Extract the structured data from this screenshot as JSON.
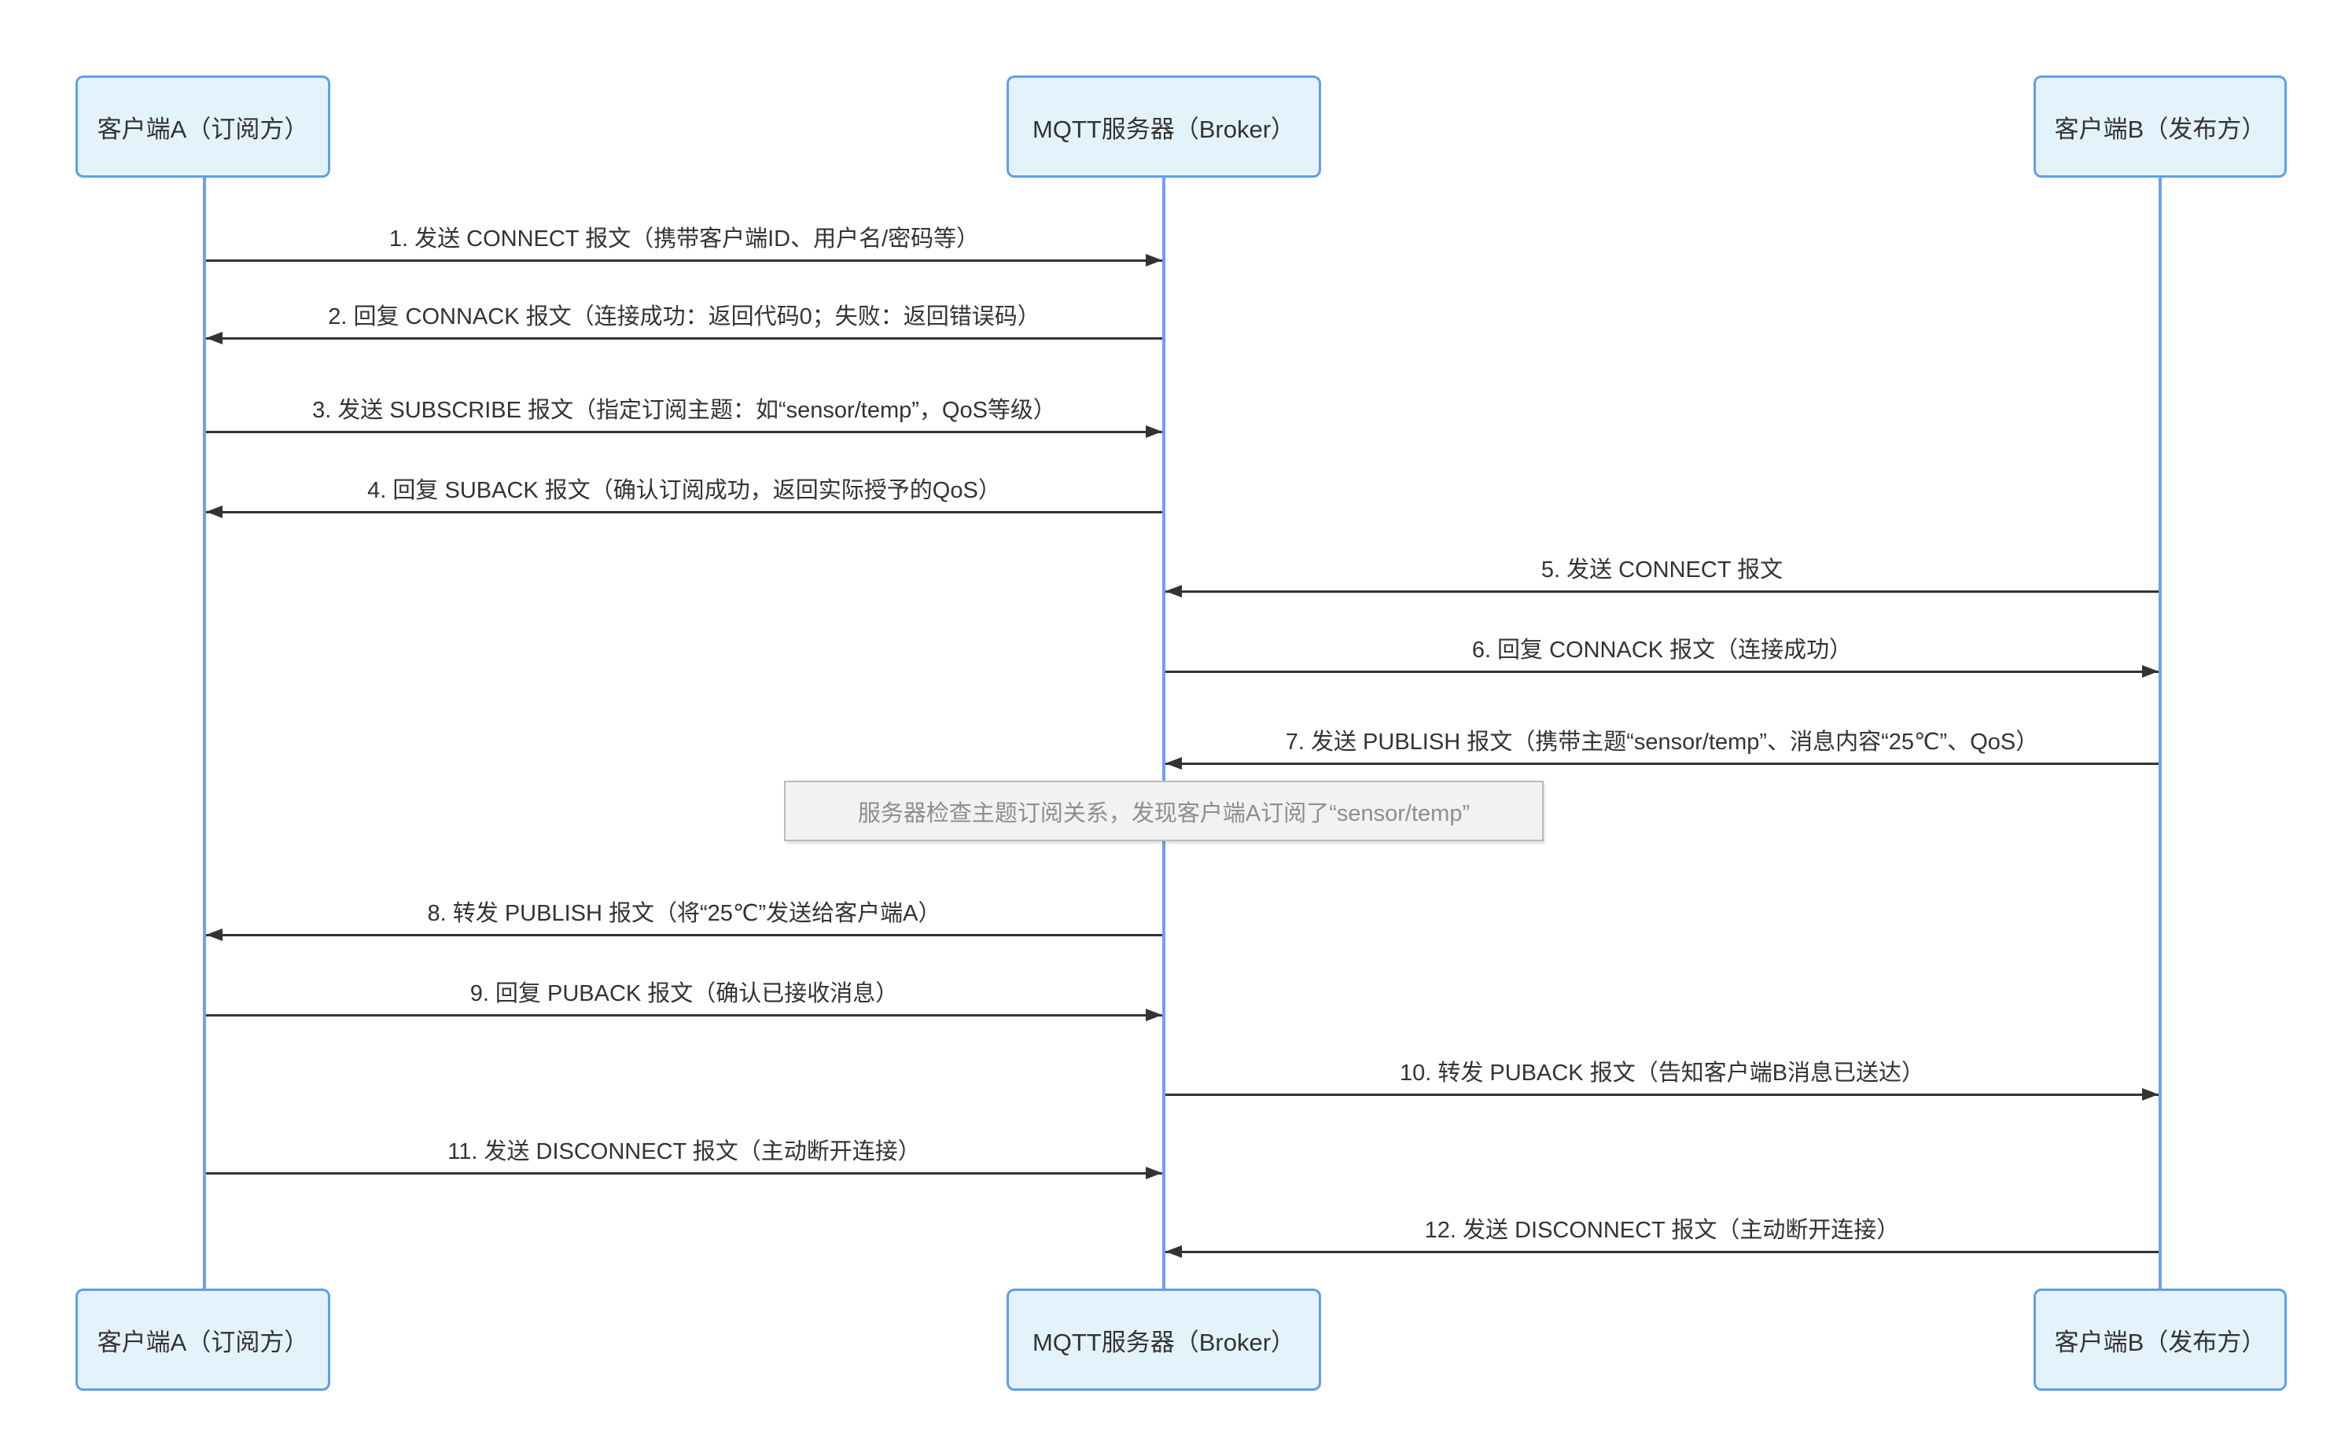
{
  "actors": {
    "client_a": {
      "label": "客户端A（订阅方）"
    },
    "broker": {
      "label": "MQTT服务器（Broker）"
    },
    "client_b": {
      "label": "客户端B（发布方）"
    }
  },
  "messages": [
    {
      "num": 1,
      "label": "1. 发送 CONNECT 报文（携带客户端ID、用户名/密码等）",
      "from": "client_a",
      "to": "broker",
      "direction": "right"
    },
    {
      "num": 2,
      "label": "2. 回复 CONNACK 报文（连接成功：返回代码0；失败：返回错误码）",
      "from": "broker",
      "to": "client_a",
      "direction": "left"
    },
    {
      "num": 3,
      "label": "3. 发送 SUBSCRIBE 报文（指定订阅主题：如“sensor/temp”，QoS等级）",
      "from": "client_a",
      "to": "broker",
      "direction": "right"
    },
    {
      "num": 4,
      "label": "4. 回复 SUBACK 报文（确认订阅成功，返回实际授予的QoS）",
      "from": "broker",
      "to": "client_a",
      "direction": "left"
    },
    {
      "num": 5,
      "label": "5. 发送 CONNECT 报文",
      "from": "client_b",
      "to": "broker",
      "direction": "left"
    },
    {
      "num": 6,
      "label": "6. 回复 CONNACK 报文（连接成功）",
      "from": "broker",
      "to": "client_b",
      "direction": "right"
    },
    {
      "num": 7,
      "label": "7. 发送 PUBLISH 报文（携带主题“sensor/temp”、消息内容“25℃”、QoS）",
      "from": "client_b",
      "to": "broker",
      "direction": "left"
    },
    {
      "num": 8,
      "label": "8. 转发 PUBLISH 报文（将“25℃”发送给客户端A）",
      "from": "broker",
      "to": "client_a",
      "direction": "left"
    },
    {
      "num": 9,
      "label": "9. 回复 PUBACK 报文（确认已接收消息）",
      "from": "client_a",
      "to": "broker",
      "direction": "right"
    },
    {
      "num": 10,
      "label": "10. 转发 PUBACK 报文（告知客户端B消息已送达）",
      "from": "broker",
      "to": "client_b",
      "direction": "right"
    },
    {
      "num": 11,
      "label": "11. 发送 DISCONNECT 报文（主动断开连接）",
      "from": "client_a",
      "to": "broker",
      "direction": "right"
    },
    {
      "num": 12,
      "label": "12. 发送 DISCONNECT 报文（主动断开连接）",
      "from": "client_b",
      "to": "broker",
      "direction": "left"
    }
  ],
  "note": {
    "text": "服务器检查主题订阅关系，发现客户端A订阅了“sensor/temp”"
  },
  "colors": {
    "actor_fill": "#e4f3fb",
    "actor_border": "#5f9fea",
    "lifeline": "#6e9ff5",
    "arrow": "#333333",
    "text": "#333333",
    "note_fill": "#f2f2f2",
    "note_border": "#bbbbbb",
    "note_text": "#8e8e8e",
    "bg": "#ffffff"
  }
}
